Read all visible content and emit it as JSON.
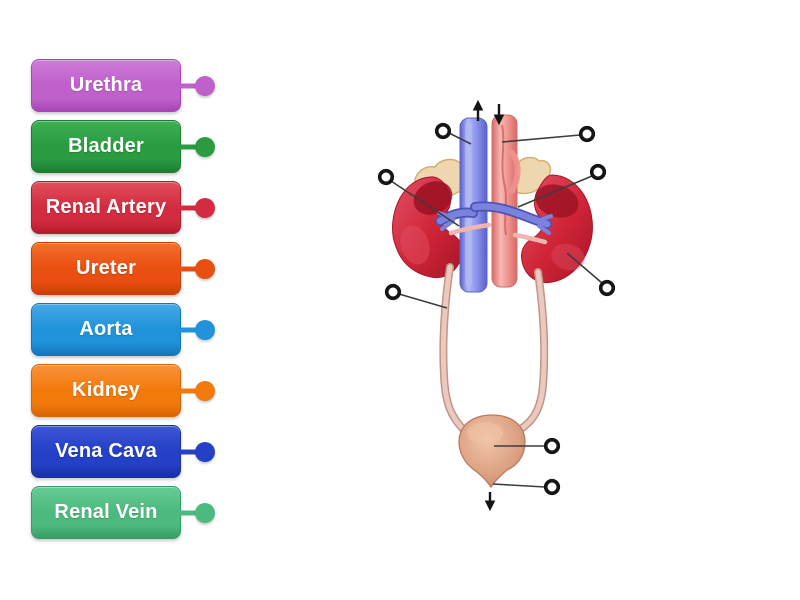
{
  "labels": [
    {
      "text": "Urethra",
      "color": "#bf60cb",
      "color_light": "#cf7bd9",
      "color_dark": "#a746b4"
    },
    {
      "text": "Bladder",
      "color": "#2b9b42",
      "color_light": "#3cb053",
      "color_dark": "#1d7c31"
    },
    {
      "text": "Renal Artery",
      "color": "#d32c40",
      "color_light": "#e04f5c",
      "color_dark": "#b51a2d"
    },
    {
      "text": "Ureter",
      "color": "#e94f10",
      "color_light": "#f4702f",
      "color_dark": "#cc3f05"
    },
    {
      "text": "Aorta",
      "color": "#2093da",
      "color_light": "#45a9e6",
      "color_dark": "#1376bb"
    },
    {
      "text": "Kidney",
      "color": "#f27a0d",
      "color_light": "#f9923a",
      "color_dark": "#d86403"
    },
    {
      "text": "Vena Cava",
      "color": "#2440c6",
      "color_light": "#3d57d6",
      "color_dark": "#1730a6"
    },
    {
      "text": "Renal Vein",
      "color": "#4cba7e",
      "color_light": "#67cb96",
      "color_dark": "#379d65"
    }
  ],
  "diagram": {
    "colors": {
      "vc_mid": "#8d95ec",
      "vc_hi": "#b3baf6",
      "vc_edge": "#5a61c6",
      "ao_mid": "#ef928e",
      "ao_hi": "#f8b7b2",
      "ao_edge": "#d66a66",
      "kidney_mid": "#cf2437",
      "kidney_dark": "#9a1122",
      "kidney_hi": "#e25164",
      "adrenal_fill": "#eed7af",
      "adrenal_edge": "#d3a96f",
      "vein_branch": "#7b82de",
      "vein_branch_edge": "#4d53b4",
      "artery_branch": "#f2b4ae",
      "ureter_fill": "#ecc9bd",
      "ureter_edge": "#c2948a",
      "bladder_fill": "#dda183",
      "bladder_hi": "#f0c5a8",
      "bladder_edge": "#b97a5e",
      "ring": "#151515",
      "line": "#3d3d3d",
      "arrow": "#151515"
    }
  }
}
